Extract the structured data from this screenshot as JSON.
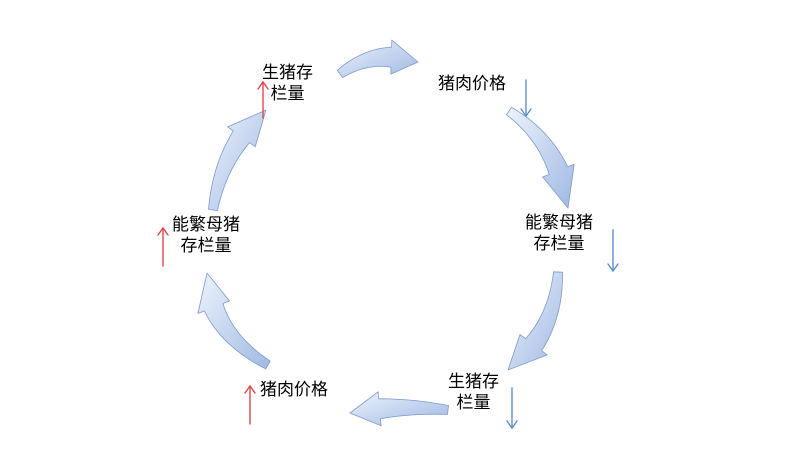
{
  "nodes": [
    {
      "id": "top",
      "lines": [
        "生猪存",
        "栏量"
      ],
      "trend": "up"
    },
    {
      "id": "upper-right",
      "lines": [
        "猪肉价格"
      ],
      "trend": "down"
    },
    {
      "id": "right",
      "lines": [
        "能繁母猪",
        "存栏量"
      ],
      "trend": "down"
    },
    {
      "id": "lower-right",
      "lines": [
        "生猪存",
        "栏量"
      ],
      "trend": "down"
    },
    {
      "id": "bottom-left",
      "lines": [
        "猪肉价格"
      ],
      "trend": "up"
    },
    {
      "id": "left",
      "lines": [
        "能繁母猪",
        "存栏量"
      ],
      "trend": "up"
    }
  ],
  "colors": {
    "up": "#e0464b",
    "down": "#5c8fd0",
    "arrow_fill_light": "#eef3fc",
    "arrow_fill_dark": "#9fb9e3",
    "arrow_stroke": "#7d9bcc"
  }
}
